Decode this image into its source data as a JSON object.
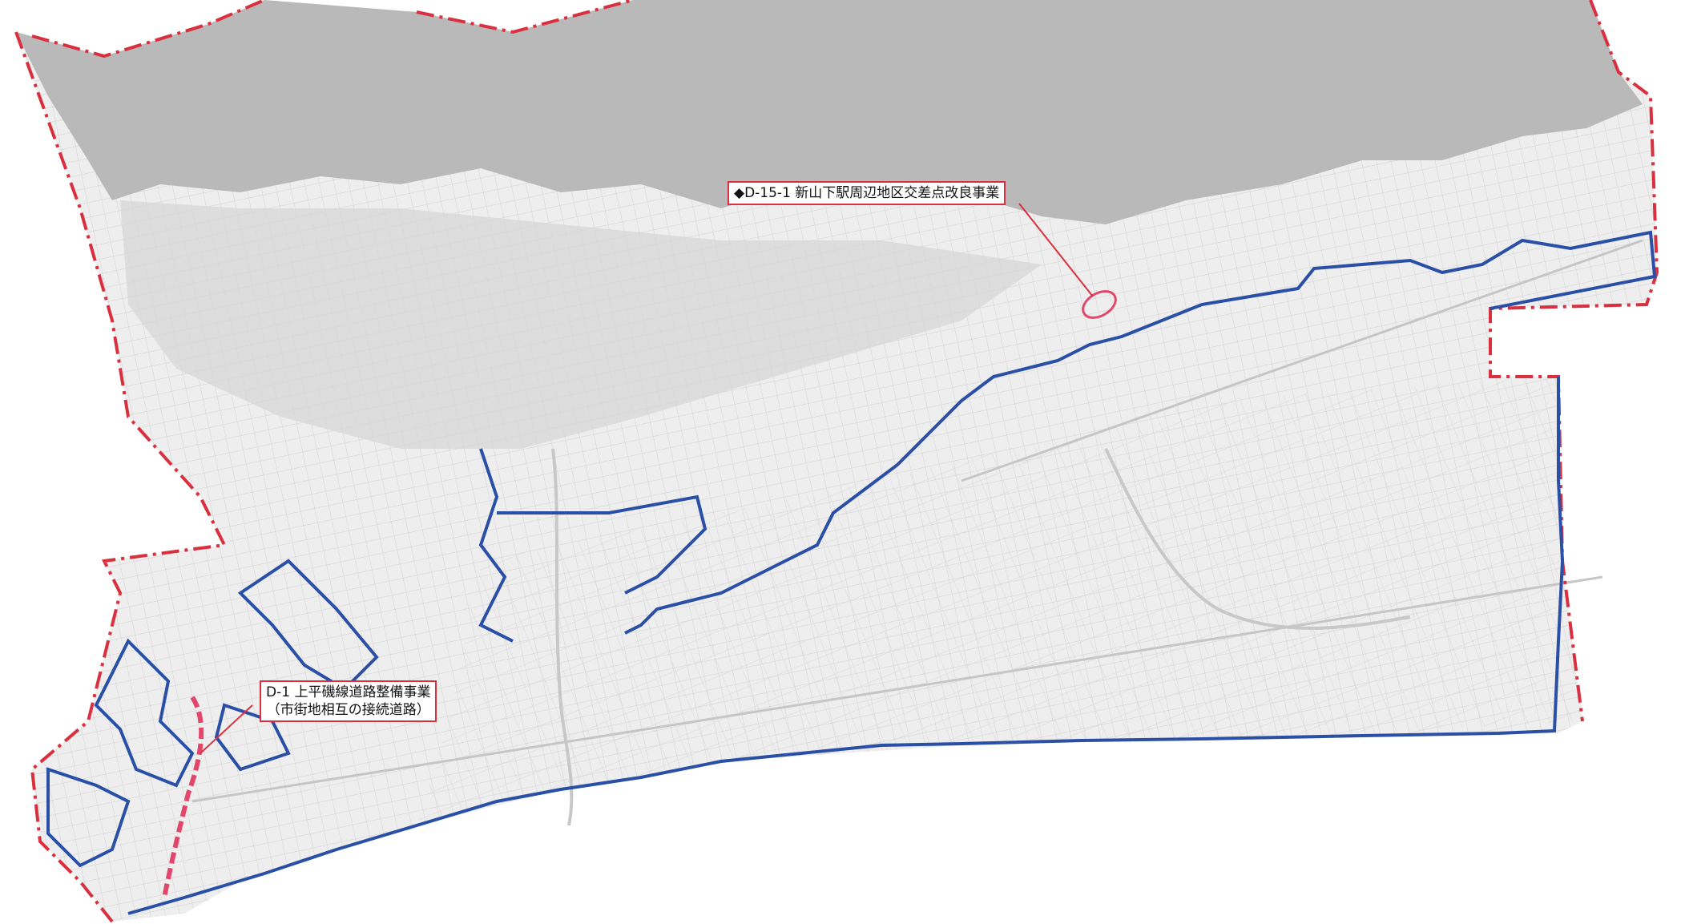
{
  "map": {
    "colors": {
      "terrain_mountain": "#b8b8b8",
      "terrain_light": "#e3e3e3",
      "road_grid": "#cfcfcf",
      "city_boundary": "#d8303f",
      "urbanization_line": "#2a4fa6",
      "project_highlight": "#e2466a",
      "background": "#ffffff"
    },
    "annotations": [
      {
        "id": "D-15-1",
        "label": "◆D-15-1 新山下駅周辺地区交差点改良事業"
      },
      {
        "id": "D-1",
        "label_line1": "D-1 上平磯線道路整備事業",
        "label_line2": "（市街地相互の接続道路）"
      }
    ]
  }
}
